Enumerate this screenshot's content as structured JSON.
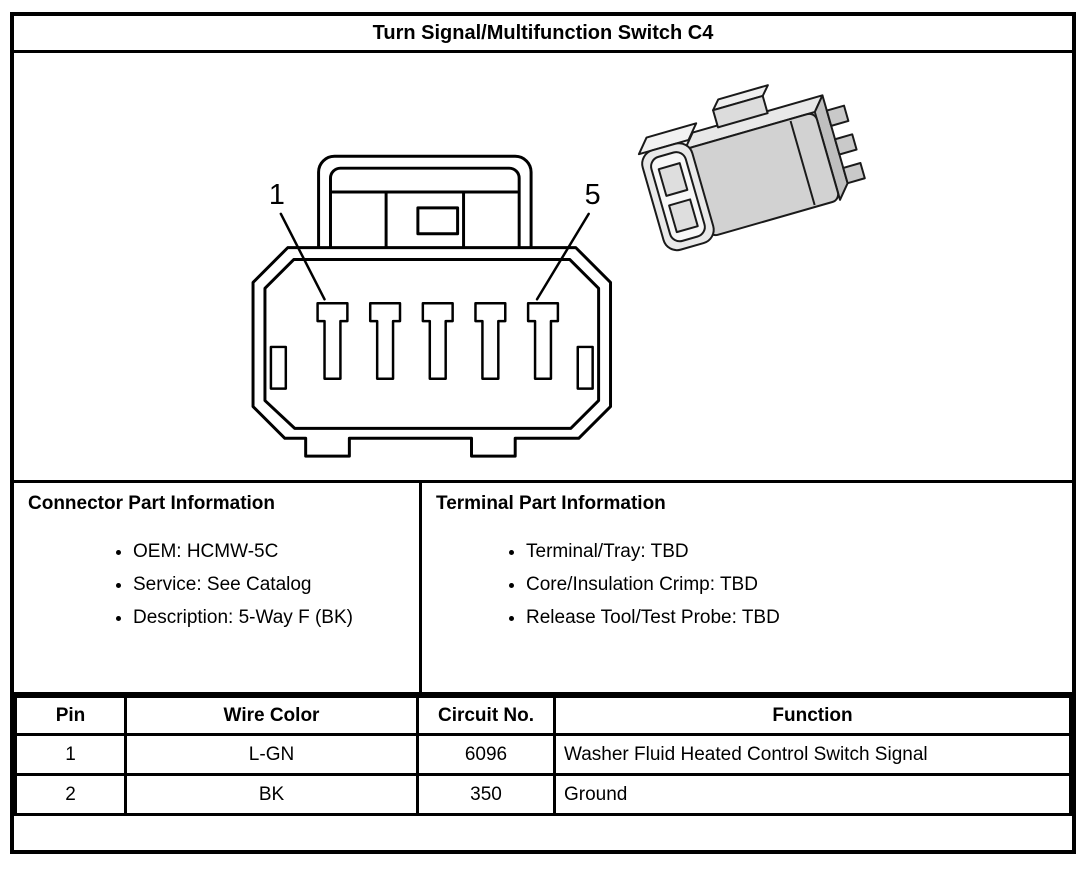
{
  "title": "Turn Signal/Multifunction Switch C4",
  "colors": {
    "line": "#000000",
    "background": "#ffffff",
    "iso_body_gray": "#d2d2d2"
  },
  "diagram": {
    "pin_labels": {
      "first": "1",
      "last": "5"
    }
  },
  "connector_info": {
    "heading": "Connector Part Information",
    "items": [
      "OEM: HCMW-5C",
      "Service: See Catalog",
      "Description: 5-Way F (BK)"
    ]
  },
  "terminal_info": {
    "heading": "Terminal Part Information",
    "items": [
      "Terminal/Tray: TBD",
      "Core/Insulation Crimp: TBD",
      "Release Tool/Test Probe: TBD"
    ]
  },
  "pin_table": {
    "headers": [
      "Pin",
      "Wire Color",
      "Circuit No.",
      "Function"
    ],
    "rows": [
      [
        "1",
        "L-GN",
        "6096",
        "Washer Fluid Heated Control Switch Signal"
      ],
      [
        "2",
        "BK",
        "350",
        "Ground"
      ]
    ]
  }
}
